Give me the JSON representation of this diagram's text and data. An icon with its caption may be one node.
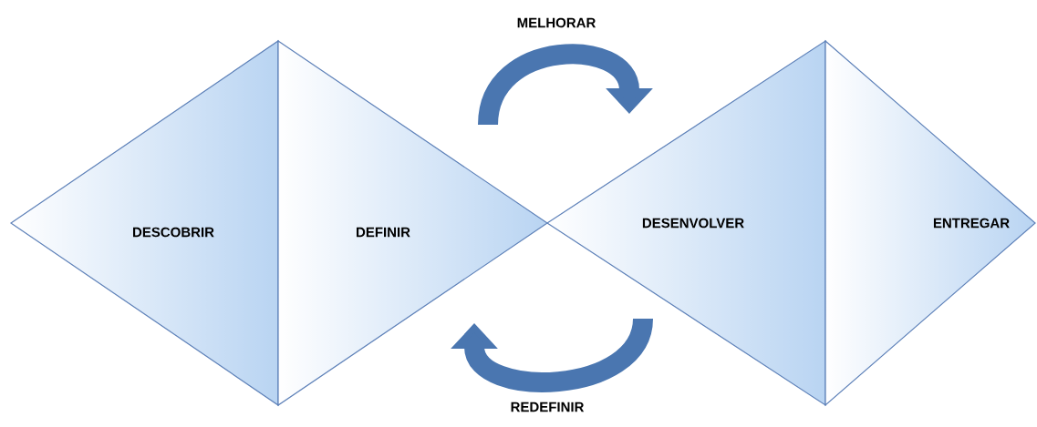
{
  "diagram": {
    "nodes": [
      {
        "text": [
          "DESCOBRIR"
        ]
      },
      {
        "text": [
          "DEFINIR"
        ]
      },
      {
        "text": [
          "DESENVOLVER"
        ]
      },
      {
        "text": [
          "ENTREGAR"
        ]
      }
    ],
    "edges": [
      {
        "from": 1,
        "to": 2,
        "arrow": "to",
        "label": "MELHORAR"
      },
      {
        "from": 2,
        "to": 1,
        "arrow": "to",
        "label": "REDEFINIR"
      }
    ]
  }
}
